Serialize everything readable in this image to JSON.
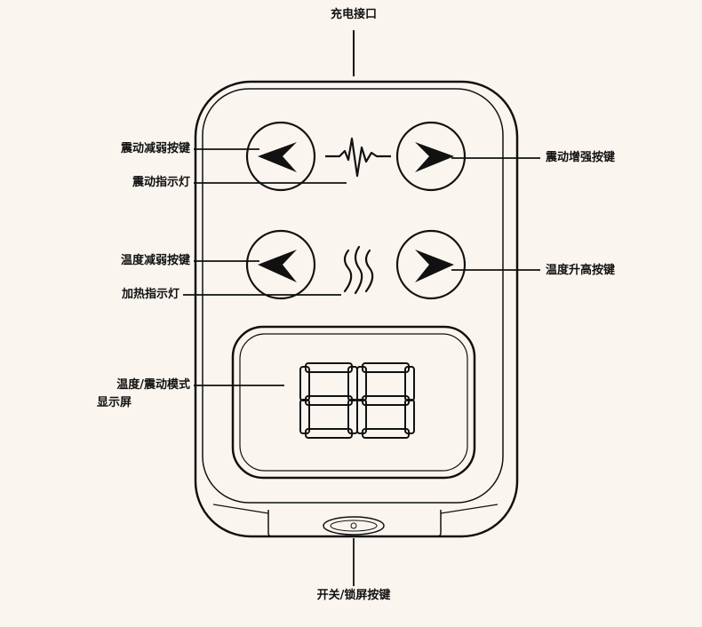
{
  "labels": {
    "charge_port": "充电接口",
    "vib_decrease": "震动减弱按键",
    "vib_indicator": "震动指示灯",
    "temp_decrease": "温度减弱按键",
    "heat_indicator": "加热指示灯",
    "display_line1": "温度/震动模式",
    "display_line2": "显示屏",
    "vib_increase": "震动增强按键",
    "temp_increase": "温度升高按键",
    "power_lock": "开关/锁屏按键"
  },
  "display": {
    "digits": "88"
  },
  "colors": {
    "background": "#faf6ef",
    "line": "#111111",
    "device": "#faf6ef"
  }
}
